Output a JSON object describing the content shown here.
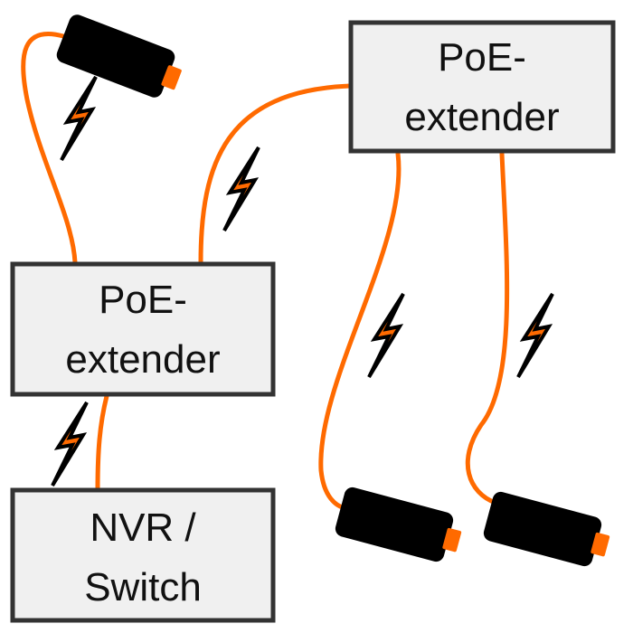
{
  "boxes": {
    "extender_top": {
      "line1": "PoE-",
      "line2": "extender"
    },
    "extender_left": {
      "line1": "PoE-",
      "line2": "extender"
    },
    "nvr": {
      "line1": "NVR /",
      "line2": "Switch"
    }
  },
  "colors": {
    "cable": "#ff6a00",
    "box_fill": "#f0f0f0",
    "box_stroke": "#333333",
    "camera": "#000000"
  },
  "icons": [
    "camera-icon",
    "lightning-bolt-icon"
  ]
}
